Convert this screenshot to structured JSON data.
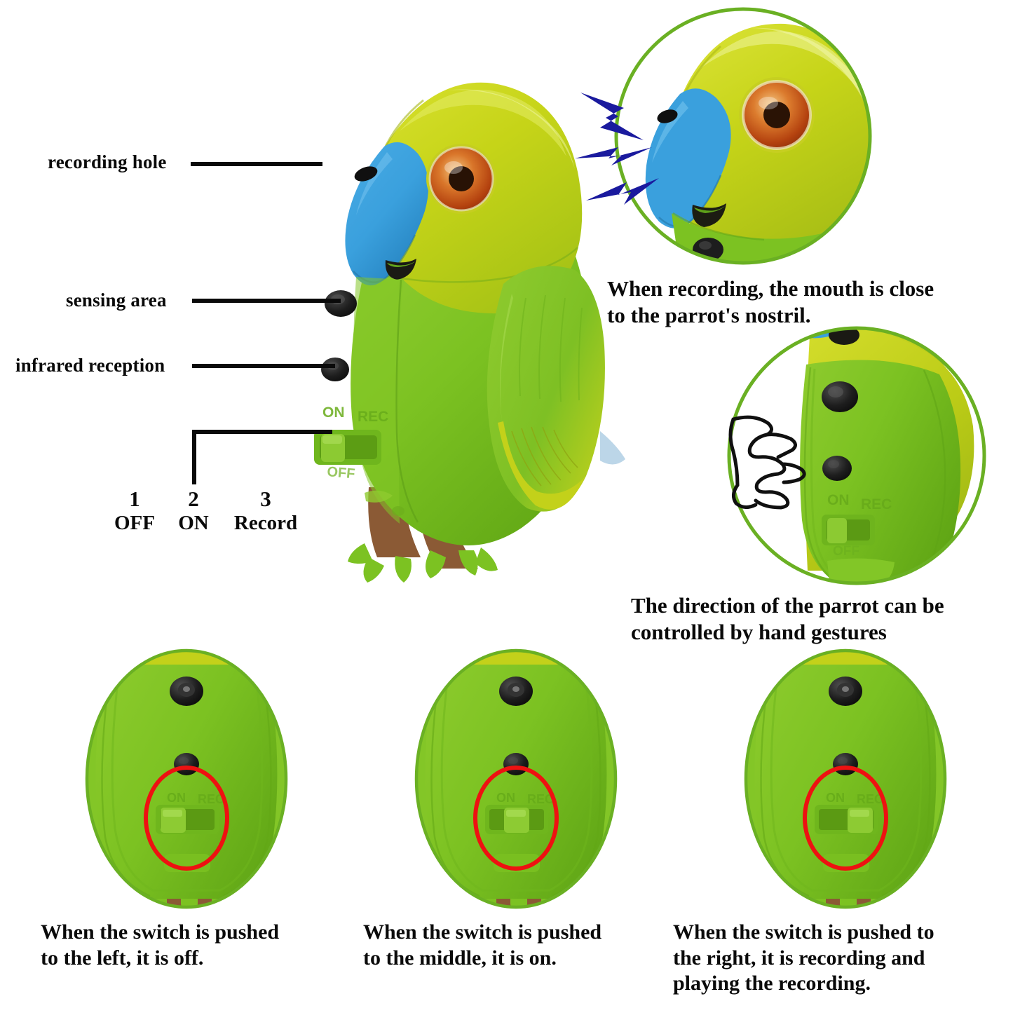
{
  "document": {
    "kind": "product-instruction-infographic",
    "product": "interactive talking parrot toy",
    "background_color": "#ffffff"
  },
  "colors": {
    "head_yellow_green": "#c3d11a",
    "head_yellow_light": "#d4dd2c",
    "body_green": "#7cc222",
    "body_green_dark": "#5fa514",
    "body_green_light": "#96d13c",
    "beak_blue": "#3aa0dd",
    "beak_blue_dark": "#2a86c4",
    "eye_orange": "#c9571a",
    "eye_orange_light": "#e8a050",
    "eye_pupil": "#2a1408",
    "sensor_black": "#1c1c1c",
    "foot_brown": "#8b5a35",
    "circle_outline_green": "#6ab023",
    "highlight_red": "#ee1111",
    "sound_wave_blue": "#1a1a9e",
    "text_black": "#0a0a0a"
  },
  "annotations": {
    "labels": [
      {
        "id": "recording-hole",
        "text": "recording hole"
      },
      {
        "id": "sensing-area",
        "text": "sensing area"
      },
      {
        "id": "infrared-reception",
        "text": "infrared reception"
      }
    ]
  },
  "switch_legend": {
    "positions": [
      {
        "number": "1",
        "label": "OFF"
      },
      {
        "number": "2",
        "label": "ON"
      },
      {
        "number": "3",
        "label": "Record"
      }
    ]
  },
  "molded_text": {
    "on": "ON",
    "rec": "REC",
    "off": "OFF"
  },
  "insets": {
    "recording": {
      "id": "recording-closeup",
      "caption_line1": "When recording,  the mouth is close",
      "caption_line2": "to the parrot's nostril.",
      "caption_full": "When recording,  the mouth is close to the parrot's nostril.",
      "icon": "sound-waves-icon"
    },
    "gesture": {
      "id": "gesture-closeup",
      "caption_line1": "The direction of the parrot can be",
      "caption_line2": "controlled by hand gestures",
      "caption_full": "The direction of the parrot can be controlled by hand gestures",
      "icon": "hand-outline-icon"
    }
  },
  "switch_states": [
    {
      "id": "switch-off",
      "position": "left",
      "knob_position": "left",
      "caption_line1": "When the switch is pushed",
      "caption_line2": "to the left, it is off.",
      "caption_line3": "",
      "caption_full": "When the switch is pushed to the left, it is off."
    },
    {
      "id": "switch-on",
      "position": "middle",
      "knob_position": "center",
      "caption_line1": "When the switch is pushed",
      "caption_line2": "to the middle, it is on.",
      "caption_line3": "",
      "caption_full": "When the switch is pushed to the middle, it is on."
    },
    {
      "id": "switch-record",
      "position": "right",
      "knob_position": "right",
      "caption_line1": "When the switch is pushed to",
      "caption_line2": "the right, it is recording and",
      "caption_line3": "playing the recording.",
      "caption_full": "When the switch is pushed to the right, it is recording and playing the recording."
    }
  ]
}
